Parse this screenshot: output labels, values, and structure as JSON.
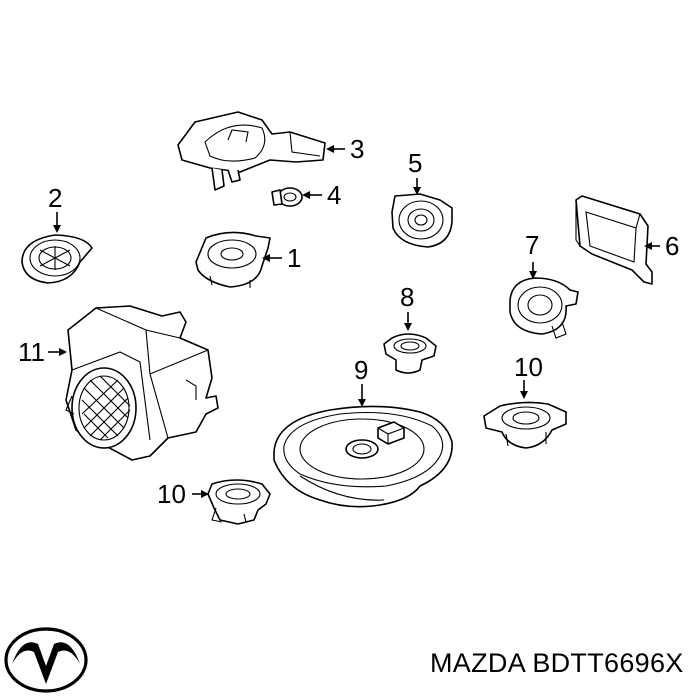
{
  "callouts": {
    "c1": "1",
    "c2": "2",
    "c3": "3",
    "c4": "4",
    "c5": "5",
    "c6": "6",
    "c7": "7",
    "c8": "8",
    "c9": "9",
    "c10a": "10",
    "c10b": "10",
    "c11": "11"
  },
  "brand": {
    "name": "MAZDA",
    "part_number": "BDTT6696X"
  },
  "icons": {
    "logo": "mazda-logo-icon"
  }
}
